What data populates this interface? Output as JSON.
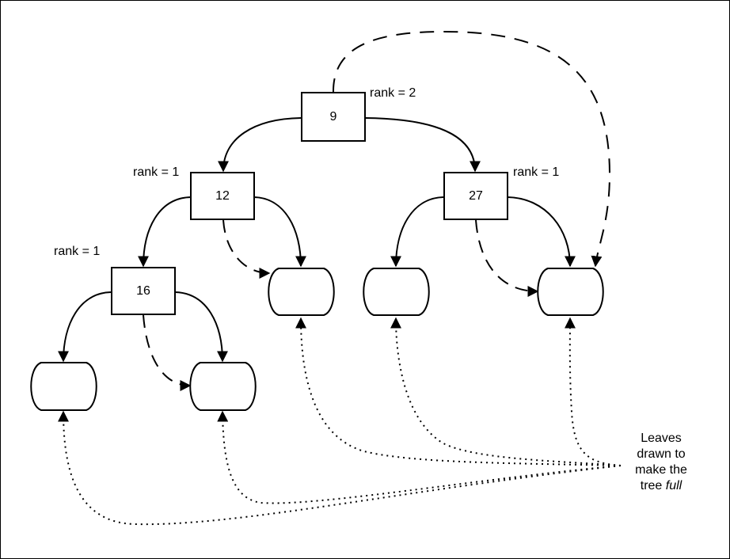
{
  "nodes": [
    {
      "id": "n9",
      "value": "9",
      "rank_label": "rank = 2"
    },
    {
      "id": "n12",
      "value": "12",
      "rank_label": "rank = 1"
    },
    {
      "id": "n27",
      "value": "27",
      "rank_label": "rank = 1"
    },
    {
      "id": "n16",
      "value": "16",
      "rank_label": "rank = 1"
    }
  ],
  "leaves_note": {
    "line1": "Leaves",
    "line2": "drawn to",
    "line3": "make the",
    "line4_plain": "tree",
    "line4_italic": "full"
  }
}
